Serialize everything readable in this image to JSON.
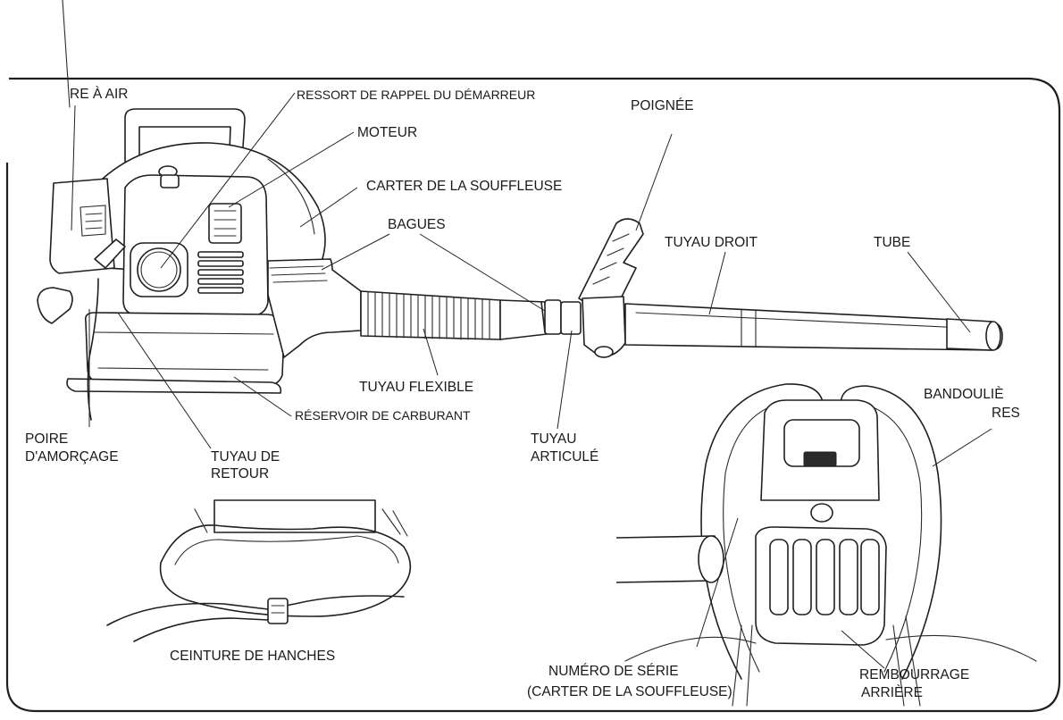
{
  "labels": {
    "air_filter": "RE À AIR",
    "starter_spring": "RESSORT DE RAPPEL DU DÉMARREUR",
    "engine": "MOTEUR",
    "blower_housing": "CARTER DE LA SOUFFLEUSE",
    "rings": "BAGUES",
    "handle": "POIGNÉE",
    "straight_pipe": "TUYAU DROIT",
    "tube": "TUBE",
    "flexible_pipe": "TUYAU FLEXIBLE",
    "fuel_tank": "RÉSERVOIR DE CARBURANT",
    "primer_bulb_1": "POIRE",
    "primer_bulb_2": "D'AMORÇAGE",
    "return_pipe_1": "TUYAU DE",
    "return_pipe_2": "RETOUR",
    "swivel_pipe_1": "TUYAU",
    "swivel_pipe_2": "ARTICULÉ",
    "shoulder_straps_1": "BANDOULIÈ",
    "shoulder_straps_2": "RES",
    "hip_belt": "CEINTURE DE HANCHES",
    "serial_number_1": "NUMÉRO DE SÉRIE",
    "serial_number_2": "(CARTER DE LA SOUFFLEUSE)",
    "back_pad_1": "REMBOURRAGE",
    "back_pad_2": "ARRIÈRE"
  }
}
